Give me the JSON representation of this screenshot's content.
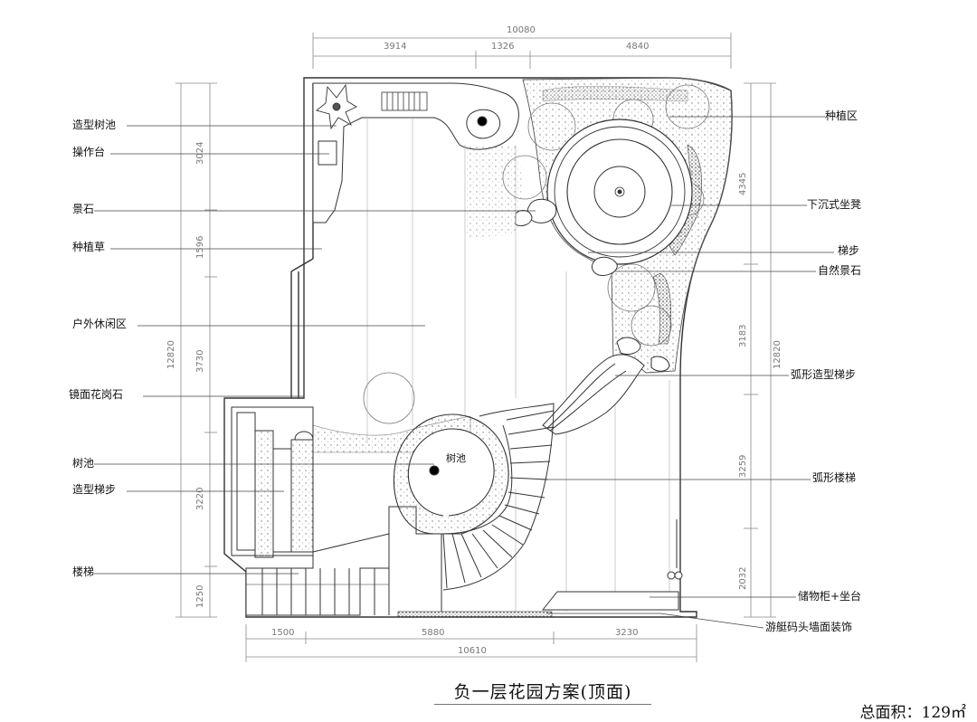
{
  "title": "负一层花园方案(顶面)",
  "total_area": "总面积：129㎡",
  "labels_left": [
    "造型树池",
    "操作台",
    "景石",
    "种植草",
    "户外休闲区",
    "镜面花岗石",
    "树池",
    "造型梯步",
    "楼梯"
  ],
  "labels_right": [
    "种植区",
    "下沉式坐凳",
    "梯步",
    "自然景石",
    "弧形造型梯步",
    "弧形楼梯",
    "储物柜+坐台",
    "游艇码头墙面装饰"
  ],
  "inner_label": "树池",
  "dims_top": [
    "10080",
    "3914",
    "1326",
    "4840"
  ],
  "dims_bottom": [
    "1500",
    "5880",
    "3230",
    "10610"
  ],
  "dims_left": [
    "3024",
    "1596",
    "3730",
    "3220",
    "1250",
    "12820"
  ],
  "dims_right": [
    "4345",
    "3183",
    "3259",
    "2032",
    "12820"
  ],
  "colors": {
    "line": "#333333",
    "dim": "#8a8a8a",
    "hatch": "#999999"
  }
}
